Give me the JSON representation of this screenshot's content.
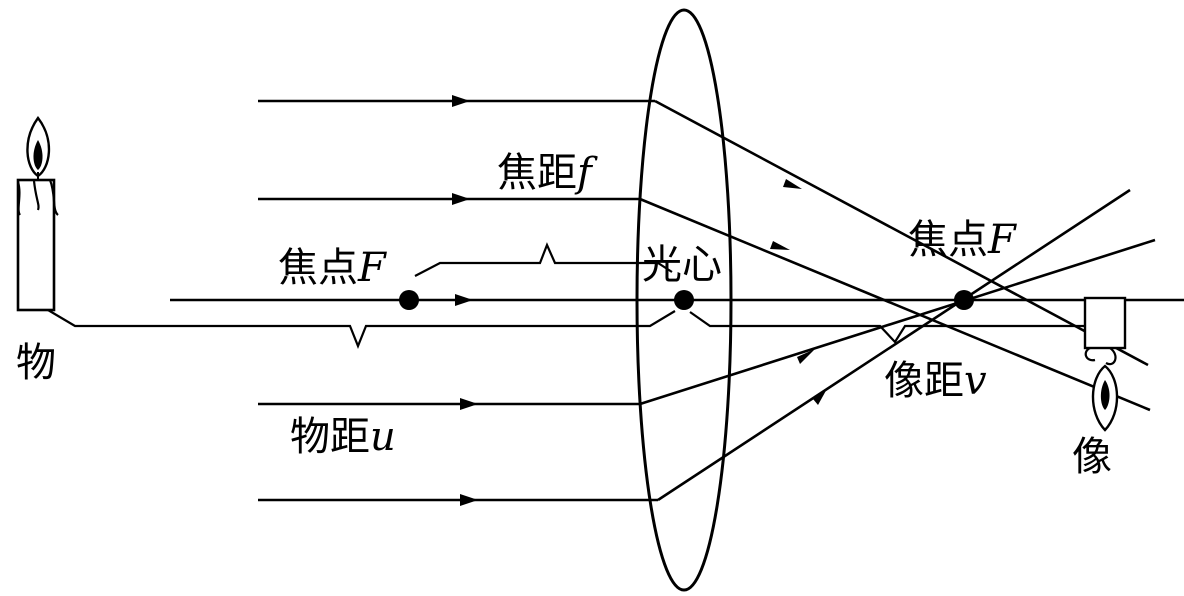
{
  "labels": {
    "object": "物",
    "object_distance": "物距",
    "object_distance_symbol": "u",
    "focal_length": "焦距",
    "focal_length_symbol": "f",
    "focus_left": "焦点",
    "focus_left_symbol": "F",
    "optical_center": "光心",
    "focus_right": "焦点",
    "focus_right_symbol": "F",
    "image_distance": "像距",
    "image_distance_symbol": "v",
    "image": "像"
  },
  "colors": {
    "line": "#000000",
    "background": "#ffffff",
    "flame": "#000000"
  }
}
